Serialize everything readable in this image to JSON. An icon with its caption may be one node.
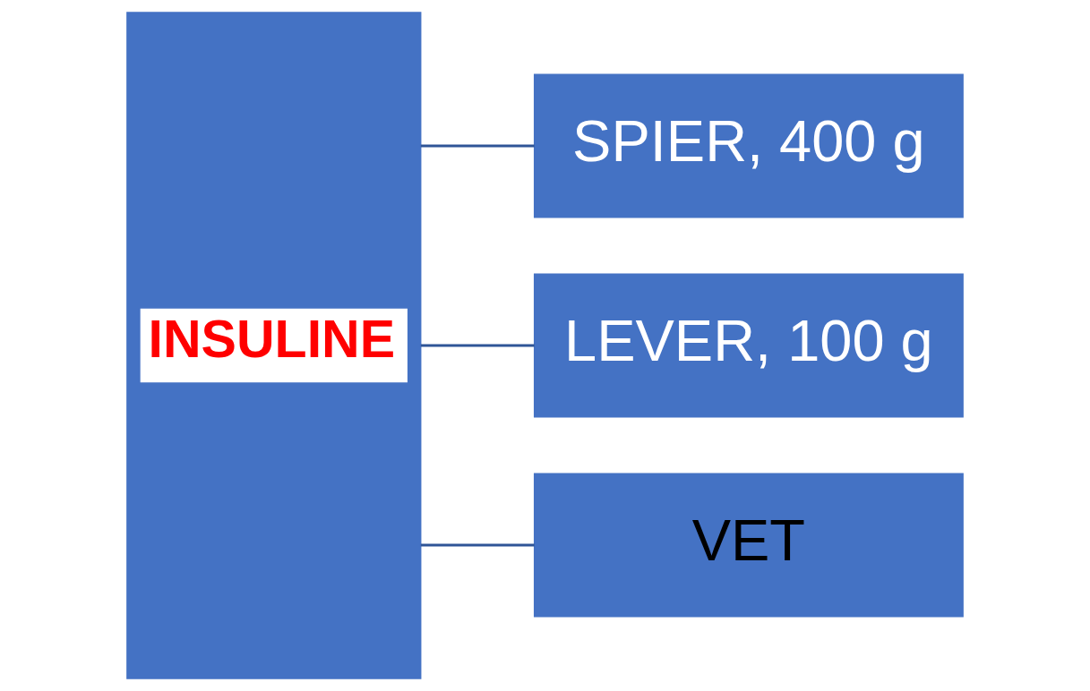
{
  "diagram": {
    "nodes": [
      {
        "text": [
          "INSULINE"
        ]
      },
      {
        "text": [
          "SPIER, 400 g"
        ]
      },
      {
        "text": [
          "LEVER, 100 g"
        ]
      },
      {
        "text": [
          "VET"
        ]
      }
    ],
    "edges": [
      {
        "from": 0,
        "to": 1,
        "arrow": "none"
      },
      {
        "from": 0,
        "to": 2,
        "arrow": "none"
      },
      {
        "from": 0,
        "to": 3,
        "arrow": "none"
      }
    ]
  }
}
